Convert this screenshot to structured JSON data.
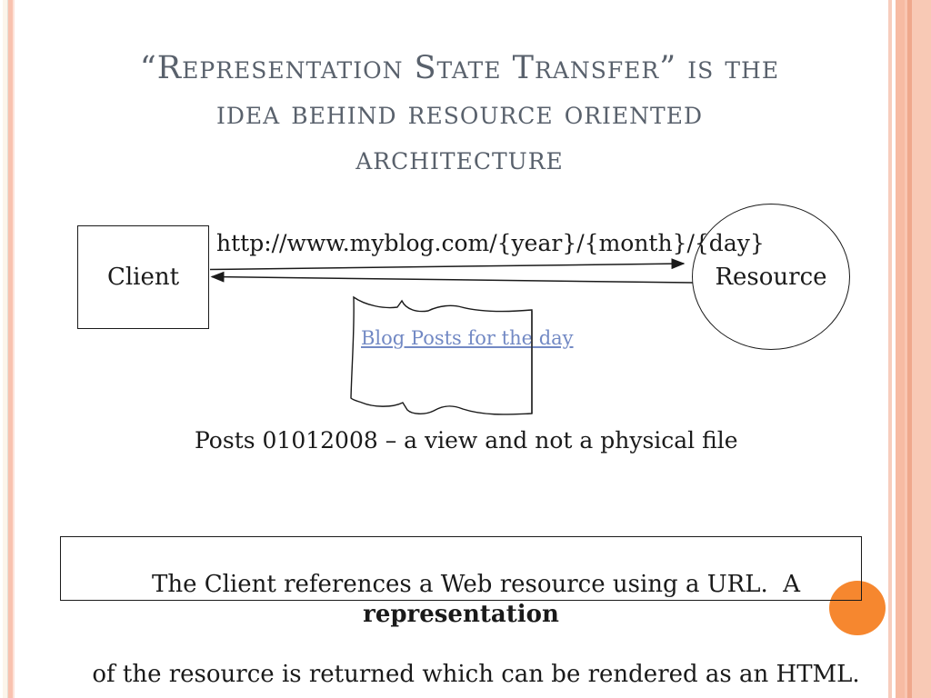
{
  "slide": {
    "title_lines": [
      "“Representation State Transfer” is the",
      "idea behind resource oriented",
      "architecture"
    ],
    "title_color": "#59616c"
  },
  "diagram": {
    "client_label": "Client",
    "resource_label": "Resource",
    "url_label": "http://www.myblog.com/{year}/{month}/{day}",
    "flag_link_label": "Blog Posts for the day",
    "caption": "Posts 01012008 – a view and not a physical file",
    "link_color": "#7289c4"
  },
  "bottom_box": {
    "line1_normal": "The Client references a Web resource using a URL.  A ",
    "line1_bold": "representation",
    "line2": "of the resource is returned which can be rendered as an HTML."
  },
  "decor": {
    "orange_circle_color": "#f6872f",
    "stripe_salmon": "#f7bba3",
    "stripe_peach": "#f8c9b5",
    "stripe_pale": "#f7cdbd",
    "stripe_cream": "#fcf5eb",
    "stripe_dark_salmon": "#efa88c"
  }
}
